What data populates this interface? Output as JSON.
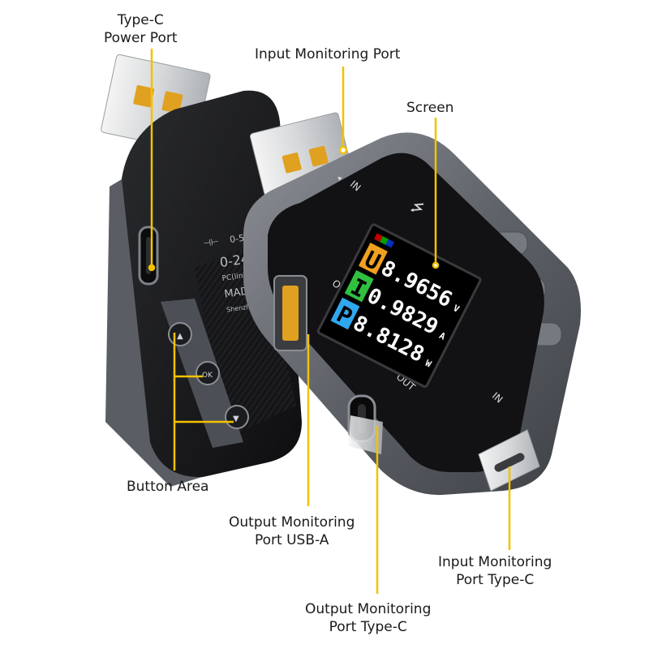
{
  "callouts": {
    "type_c_power_port": [
      "Type-C",
      "Power Port"
    ],
    "input_monitoring_port": "Input Monitoring Port",
    "screen": "Screen",
    "button_area": "Button Area",
    "output_usb_a": [
      "Output Monitoring",
      "Port USB-A"
    ],
    "input_type_c": [
      "Input Monitoring",
      "Port Type-C"
    ],
    "output_type_c": [
      "Output Monitoring",
      "Port Type-C"
    ]
  },
  "device_labels": {
    "in_top": "IN",
    "out_left": "OUT",
    "out_bottom": "OUT",
    "in_bottom": "IN",
    "back_range": "0-24",
    "back_made": "MADE I",
    "back_link": "PC(link m",
    "back_company": "Shenzhen",
    "back_top": "0-5"
  },
  "lcd": {
    "rows": [
      {
        "letter": "U",
        "value": "8.9656",
        "unit": "V",
        "letter_color": "#f0a020",
        "value_color": "#ffffff"
      },
      {
        "letter": "I",
        "value": "0.9829",
        "unit": "A",
        "letter_color": "#30c040",
        "value_color": "#ffffff"
      },
      {
        "letter": "P",
        "value": "8.8128",
        "unit": "W",
        "letter_color": "#30a8f0",
        "value_color": "#ffffff"
      }
    ]
  },
  "colors": {
    "callout_line": "#f2c200",
    "pad_gold": "#e0a020",
    "body_black": "#151517",
    "frame_gray": "#6e7278"
  }
}
